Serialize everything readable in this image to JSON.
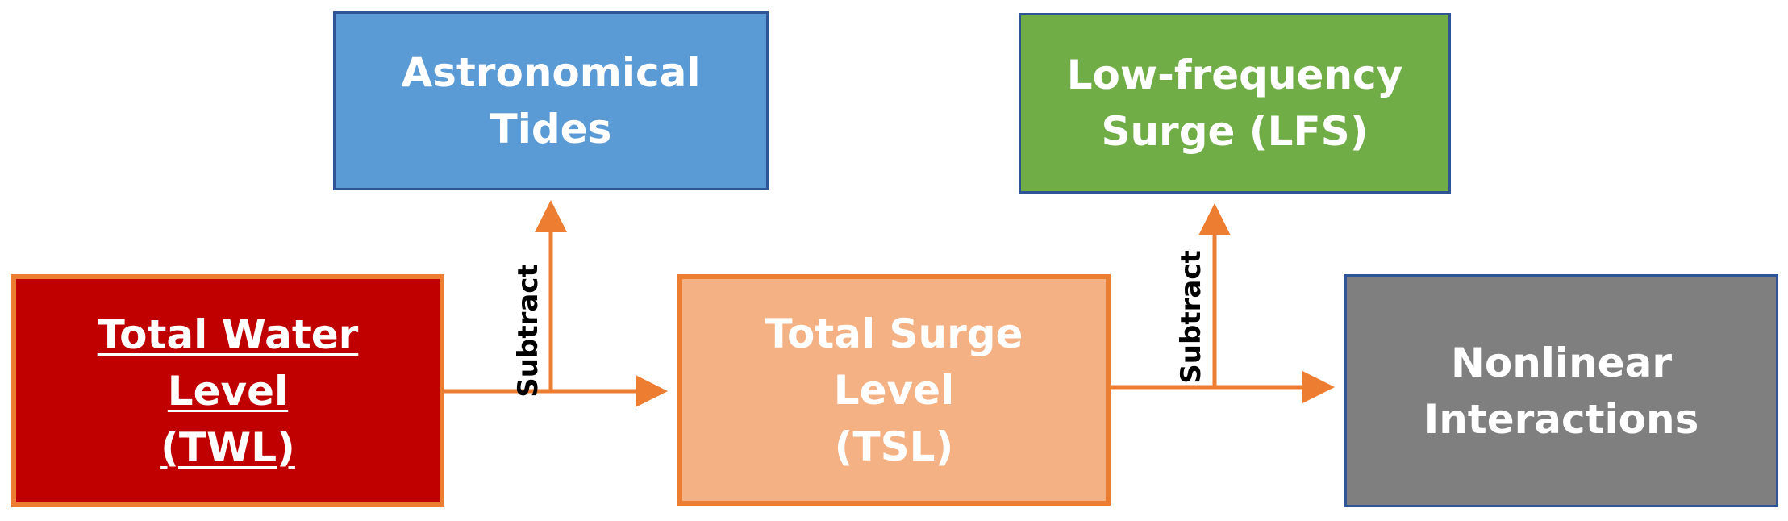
{
  "boxes": {
    "tides": "Astronomical\nTides",
    "lfs": "Low-frequency\nSurge (LFS)",
    "twl": "Total Water\nLevel\n(TWL)",
    "tsl": "Total Surge\nLevel\n(TSL)",
    "nonlinear": "Nonlinear\nInteractions"
  },
  "labels": {
    "subtract_1": "Subtract",
    "subtract_2": "Subtract"
  },
  "colors": {
    "arrow": "#ed7d31",
    "tides_fill": "#5b9bd5",
    "lfs_fill": "#70ad47",
    "twl_fill": "#c00000",
    "tsl_fill": "#f4b183",
    "nonlinear_fill": "#7f7f7f"
  }
}
